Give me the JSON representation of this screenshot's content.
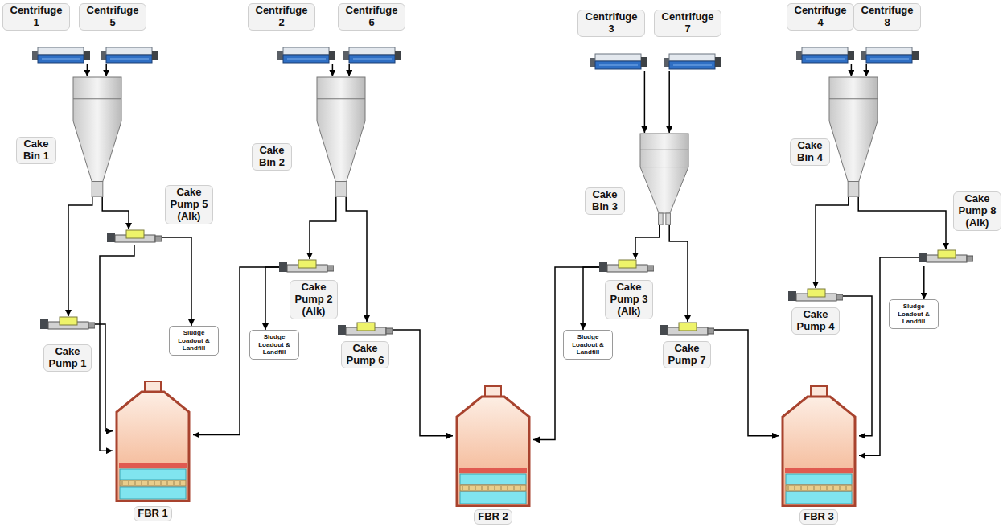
{
  "diagram": {
    "nodes": [
      {
        "text": [
          "Centrifuge 1"
        ]
      },
      {
        "text": [
          "Centrifuge 5"
        ]
      },
      {
        "text": [
          "Centrifuge 2"
        ]
      },
      {
        "text": [
          "Centrifuge 6"
        ]
      },
      {
        "text": [
          "Centrifuge 3"
        ]
      },
      {
        "text": [
          "Centrifuge 7"
        ]
      },
      {
        "text": [
          "Centrifuge 4"
        ]
      },
      {
        "text": [
          "Centrifuge 8"
        ]
      },
      {
        "text": [
          "Cake Bin 1"
        ]
      },
      {
        "text": [
          "Cake Bin 2"
        ]
      },
      {
        "text": [
          "Cake Bin 3"
        ]
      },
      {
        "text": [
          "Cake Bin 4"
        ]
      },
      {
        "text": [
          "Cake Pump 1"
        ]
      },
      {
        "text": [
          "Cake Pump 5 (Alk)"
        ]
      },
      {
        "text": [
          "Cake Pump 2 (Alk)"
        ]
      },
      {
        "text": [
          "Cake Pump 6"
        ]
      },
      {
        "text": [
          "Cake Pump 3 (Alk)"
        ]
      },
      {
        "text": [
          "Cake Pump 7"
        ]
      },
      {
        "text": [
          "Cake Pump 4"
        ]
      },
      {
        "text": [
          "Cake Pump 8 (Alk)"
        ]
      },
      {
        "text": [
          "Sludge Loadout & Landfill"
        ]
      },
      {
        "text": [
          "Sludge Loadout & Landfill"
        ]
      },
      {
        "text": [
          "Sludge Loadout & Landfill"
        ]
      },
      {
        "text": [
          "Sludge Loadout & Landfill"
        ]
      },
      {
        "text": [
          "FBR 1"
        ]
      },
      {
        "text": [
          "FBR 2"
        ]
      },
      {
        "text": [
          "FBR 3"
        ]
      }
    ],
    "edges": [
      {
        "from": 0,
        "to": 8,
        "arrow": "to"
      },
      {
        "from": 1,
        "to": 8,
        "arrow": "to"
      },
      {
        "from": 2,
        "to": 9,
        "arrow": "to"
      },
      {
        "from": 3,
        "to": 9,
        "arrow": "to"
      },
      {
        "from": 4,
        "to": 10,
        "arrow": "to"
      },
      {
        "from": 5,
        "to": 10,
        "arrow": "to"
      },
      {
        "from": 6,
        "to": 11,
        "arrow": "to"
      },
      {
        "from": 7,
        "to": 11,
        "arrow": "to"
      },
      {
        "from": 8,
        "to": 12,
        "arrow": "to"
      },
      {
        "from": 8,
        "to": 13,
        "arrow": "to"
      },
      {
        "from": 12,
        "to": 24,
        "arrow": "to"
      },
      {
        "from": 13,
        "to": 24,
        "arrow": "to"
      },
      {
        "from": 13,
        "to": 20,
        "arrow": "to"
      },
      {
        "from": 9,
        "to": 14,
        "arrow": "to"
      },
      {
        "from": 9,
        "to": 15,
        "arrow": "to"
      },
      {
        "from": 14,
        "to": 24,
        "arrow": "to"
      },
      {
        "from": 14,
        "to": 21,
        "arrow": "to"
      },
      {
        "from": 15,
        "to": 25,
        "arrow": "to"
      },
      {
        "from": 10,
        "to": 16,
        "arrow": "to"
      },
      {
        "from": 10,
        "to": 17,
        "arrow": "to"
      },
      {
        "from": 16,
        "to": 25,
        "arrow": "to"
      },
      {
        "from": 16,
        "to": 22,
        "arrow": "to"
      },
      {
        "from": 17,
        "to": 26,
        "arrow": "to"
      },
      {
        "from": 11,
        "to": 18,
        "arrow": "to"
      },
      {
        "from": 11,
        "to": 19,
        "arrow": "to"
      },
      {
        "from": 18,
        "to": 26,
        "arrow": "to"
      },
      {
        "from": 19,
        "to": 26,
        "arrow": "to"
      },
      {
        "from": 19,
        "to": 23,
        "arrow": "to"
      }
    ]
  }
}
